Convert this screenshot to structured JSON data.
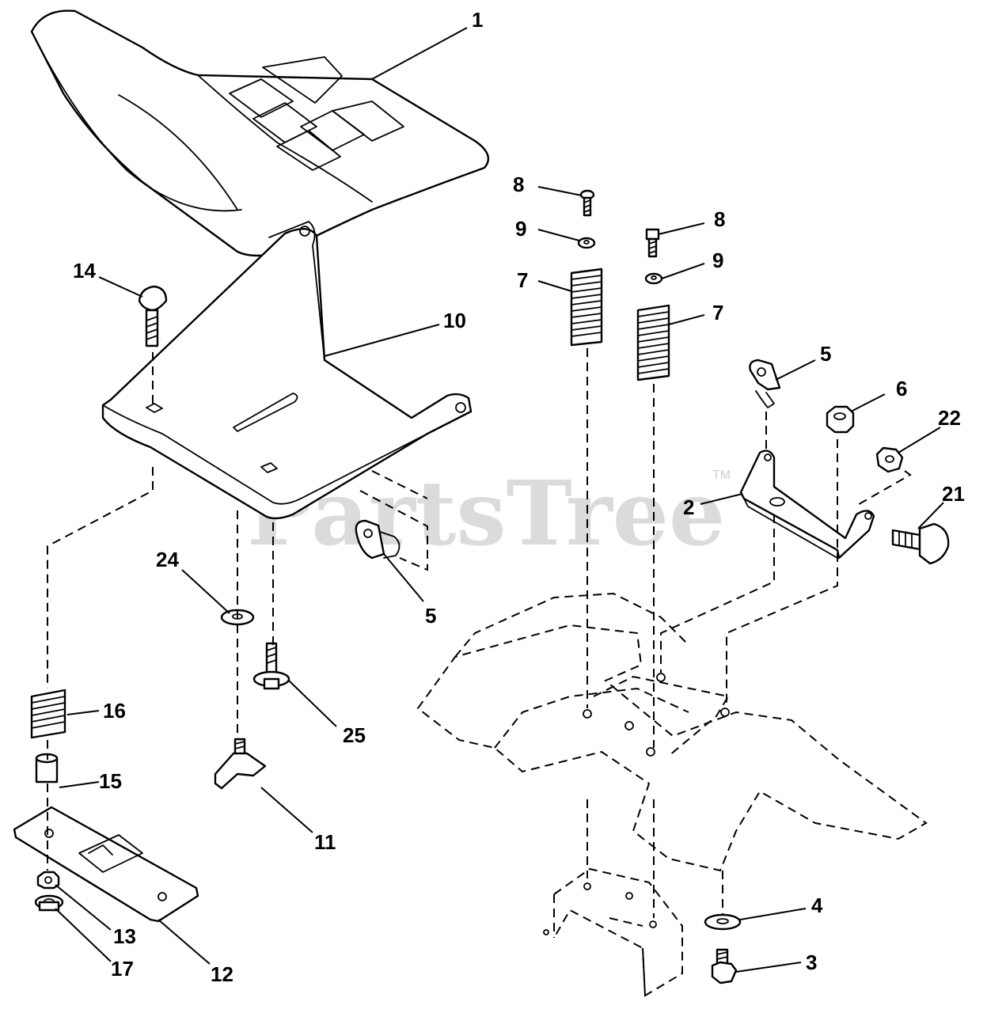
{
  "watermark": {
    "brand": "PartsTree",
    "trademark": "TM"
  },
  "callouts": {
    "seat": "1",
    "seat_pan": "10",
    "carriage_bolt": "14",
    "clip_left": "5",
    "washer_24": "24",
    "bolt_25": "25",
    "knob": "11",
    "spring_16": "16",
    "spacer_15": "15",
    "bracket_12": "12",
    "nut_13": "13",
    "washer_17": "17",
    "screw_8_left": "8",
    "washer_9_left": "9",
    "spring_7_left": "7",
    "screw_8_right": "8",
    "washer_9_right": "9",
    "spring_7_right": "7",
    "clip_right": "5",
    "nut_6": "6",
    "nut_22": "22",
    "bolt_21": "21",
    "bracket_2": "2",
    "washer_4": "4",
    "bolt_3": "3"
  }
}
